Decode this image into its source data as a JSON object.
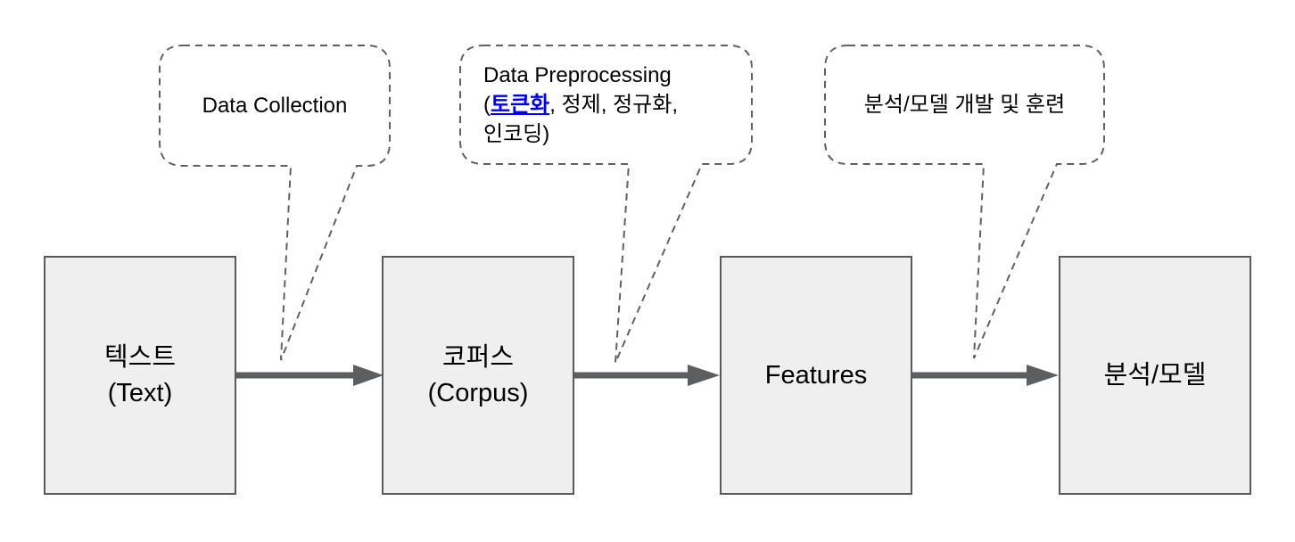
{
  "boxes": [
    {
      "line1": "텍스트",
      "line2": "(Text)"
    },
    {
      "line1": "코퍼스",
      "line2": "(Corpus)"
    },
    {
      "line1": "Features",
      "line2": ""
    },
    {
      "line1": "분석/모델",
      "line2": ""
    }
  ],
  "callouts": [
    {
      "label": "Data Collection"
    },
    {
      "line1": "Data Preprocessing",
      "open_paren": "(",
      "link_text": "토큰화",
      "line2_rest": ", 정제, 정규화,",
      "line3": "인코딩)"
    },
    {
      "label": "분석/모델 개발 및 훈련"
    }
  ],
  "colors": {
    "background": "#ffffff",
    "box_fill": "#efefef",
    "box_border": "#595959",
    "arrow": "#5c5e60",
    "callout_border": "#616161",
    "text": "#000000",
    "link": "#0000ee"
  }
}
